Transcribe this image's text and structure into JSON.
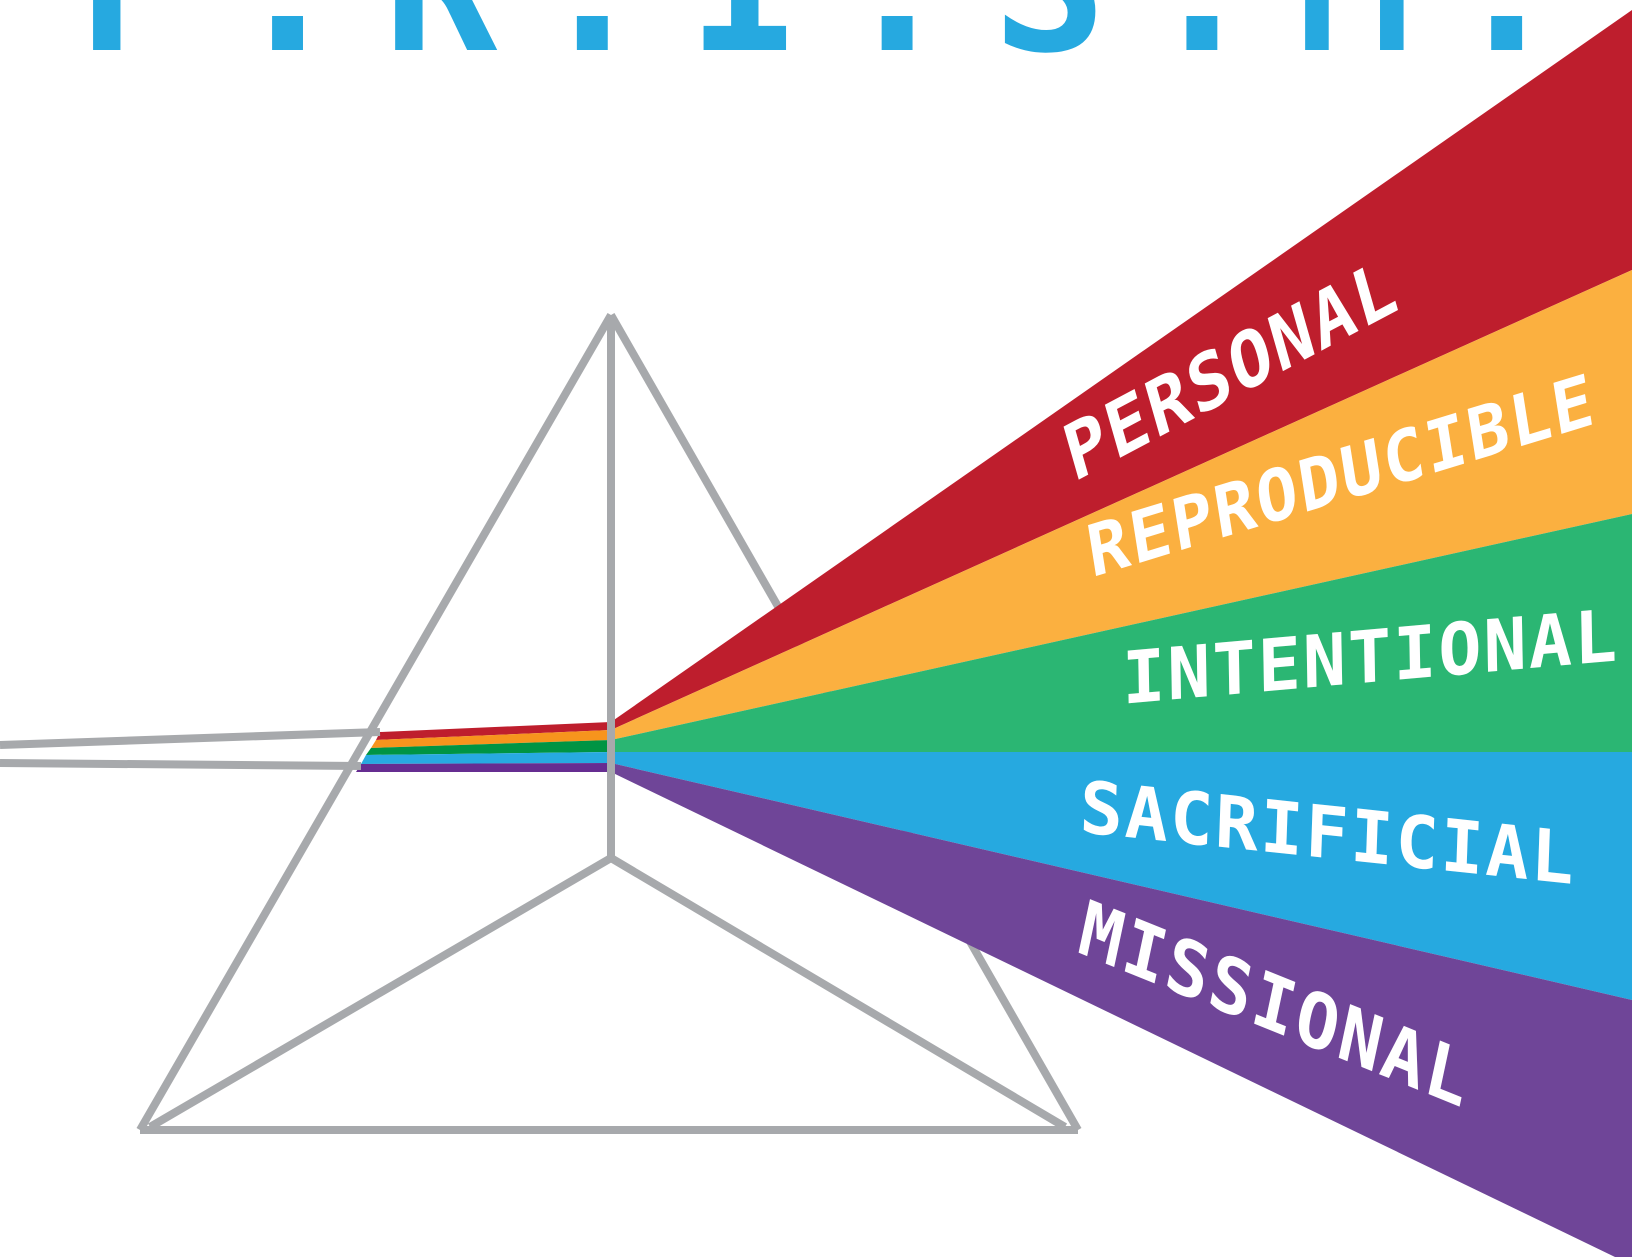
{
  "title": "P.R.I.S.M.",
  "colors": {
    "title": "#26a9e0",
    "prism_outline": "#a7a9ac",
    "background": "#ffffff",
    "label_text": "#ffffff"
  },
  "bands": [
    {
      "label": "PERSONAL",
      "color": "#be1e2d",
      "thread_color": "#be1e2d"
    },
    {
      "label": "REPRODUCIBLE",
      "color": "#fbb040",
      "thread_color": "#f7941d"
    },
    {
      "label": "INTENTIONAL",
      "color": "#2bb673",
      "thread_color": "#009444"
    },
    {
      "label": "SACRIFICIAL",
      "color": "#26a9e0",
      "thread_color": "#27aae1"
    },
    {
      "label": "MISSIONAL",
      "color": "#6f4598",
      "thread_color": "#662d91"
    }
  ]
}
